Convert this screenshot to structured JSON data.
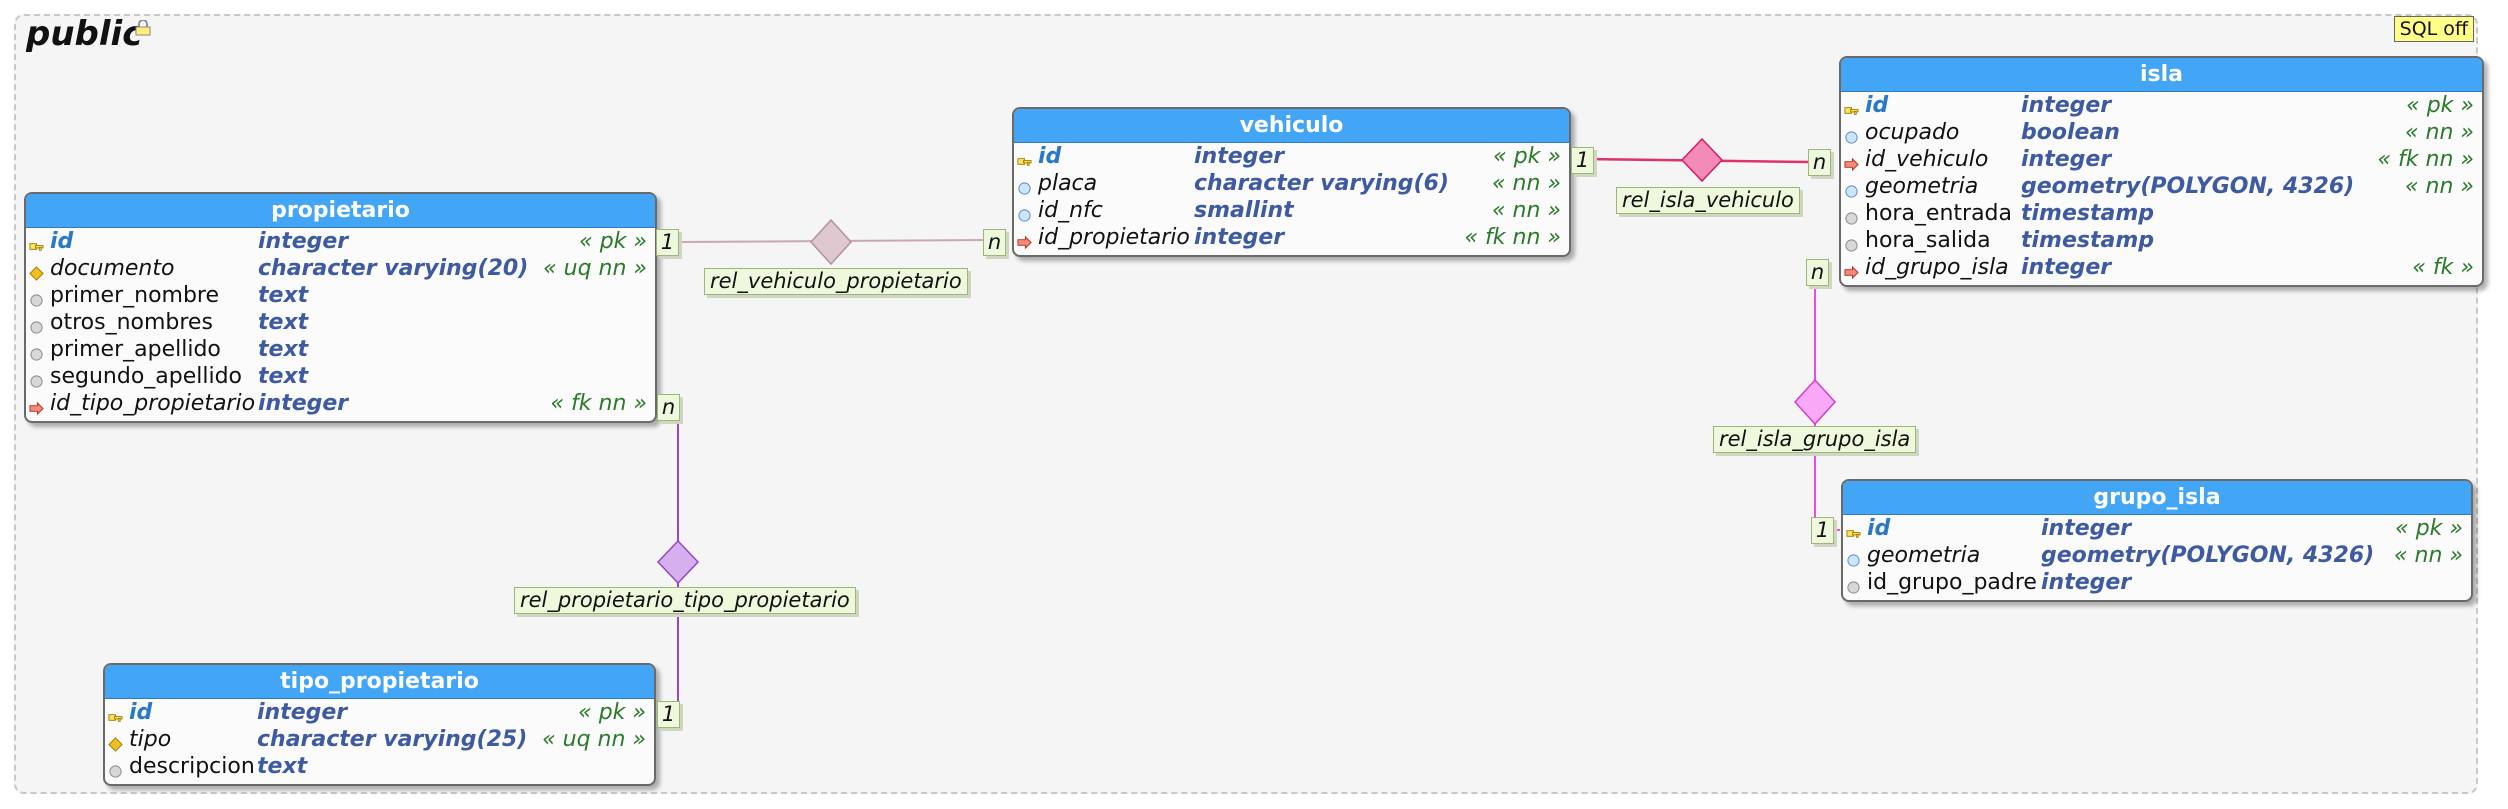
{
  "schema": {
    "name": "public",
    "sql_badge": "SQL off"
  },
  "colors": {
    "header": "#42a5f5",
    "tag": "#2b7a2b",
    "type": "#3e5aa0",
    "pk_name": "#2a78c8"
  },
  "tables": {
    "vehiculo": {
      "name": "vehiculo",
      "columns": [
        {
          "name": "id",
          "type": "integer",
          "tags": "« pk »",
          "icon": "key-icon"
        },
        {
          "name": "placa",
          "type": "character varying(6)",
          "tags": "« nn »",
          "icon": "not-null-icon"
        },
        {
          "name": "id_nfc",
          "type": "smallint",
          "tags": "« nn »",
          "icon": "not-null-icon"
        },
        {
          "name": "id_propietario",
          "type": "integer",
          "tags": "« fk nn »",
          "icon": "foreign-key-icon"
        }
      ]
    },
    "isla": {
      "name": "isla",
      "columns": [
        {
          "name": "id",
          "type": "integer",
          "tags": "« pk »",
          "icon": "key-icon"
        },
        {
          "name": "ocupado",
          "type": "boolean",
          "tags": "« nn »",
          "icon": "not-null-icon"
        },
        {
          "name": "id_vehiculo",
          "type": "integer",
          "tags": "« fk nn »",
          "icon": "foreign-key-icon"
        },
        {
          "name": "geometria",
          "type": "geometry(POLYGON, 4326)",
          "tags": "« nn »",
          "icon": "not-null-icon"
        },
        {
          "name": "hora_entrada",
          "type": "timestamp",
          "tags": "",
          "icon": "column-icon"
        },
        {
          "name": "hora_salida",
          "type": "timestamp",
          "tags": "",
          "icon": "column-icon"
        },
        {
          "name": "id_grupo_isla",
          "type": "integer",
          "tags": "« fk »",
          "icon": "foreign-key-icon"
        }
      ]
    },
    "propietario": {
      "name": "propietario",
      "columns": [
        {
          "name": "id",
          "type": "integer",
          "tags": "« pk »",
          "icon": "key-icon"
        },
        {
          "name": "documento",
          "type": "character varying(20)",
          "tags": "« uq nn »",
          "icon": "unique-icon"
        },
        {
          "name": "primer_nombre",
          "type": "text",
          "tags": "",
          "icon": "column-icon"
        },
        {
          "name": "otros_nombres",
          "type": "text",
          "tags": "",
          "icon": "column-icon"
        },
        {
          "name": "primer_apellido",
          "type": "text",
          "tags": "",
          "icon": "column-icon"
        },
        {
          "name": "segundo_apellido",
          "type": "text",
          "tags": "",
          "icon": "column-icon"
        },
        {
          "name": "id_tipo_propietario",
          "type": "integer",
          "tags": "« fk nn »",
          "icon": "foreign-key-icon"
        }
      ]
    },
    "grupo_isla": {
      "name": "grupo_isla",
      "columns": [
        {
          "name": "id",
          "type": "integer",
          "tags": "« pk »",
          "icon": "key-icon"
        },
        {
          "name": "geometria",
          "type": "geometry(POLYGON, 4326)",
          "tags": "« nn »",
          "icon": "not-null-icon"
        },
        {
          "name": "id_grupo_padre",
          "type": "integer",
          "tags": "",
          "icon": "column-icon"
        }
      ]
    },
    "tipo_propietario": {
      "name": "tipo_propietario",
      "columns": [
        {
          "name": "id",
          "type": "integer",
          "tags": "« pk »",
          "icon": "key-icon"
        },
        {
          "name": "tipo",
          "type": "character varying(25)",
          "tags": "« uq nn »",
          "icon": "unique-icon"
        },
        {
          "name": "descripcion",
          "type": "text",
          "tags": "",
          "icon": "column-icon"
        }
      ]
    }
  },
  "relationships": {
    "rel_vehiculo_propietario": {
      "label": "rel_vehiculo_propietario",
      "from_card": "1",
      "to_card": "n",
      "color": "#c9a8b4"
    },
    "rel_isla_vehiculo": {
      "label": "rel_isla_vehiculo",
      "from_card": "1",
      "to_card": "n",
      "color": "#e0306e"
    },
    "rel_isla_grupo_isla": {
      "label": "rel_isla_grupo_isla",
      "from_card": "1",
      "to_card": "n",
      "color": "#e84ce8"
    },
    "rel_propietario_tipo_propietario": {
      "label": "rel_propietario_tipo_propietario",
      "from_card": "1",
      "to_card": "n",
      "color": "#9a44c8"
    }
  }
}
